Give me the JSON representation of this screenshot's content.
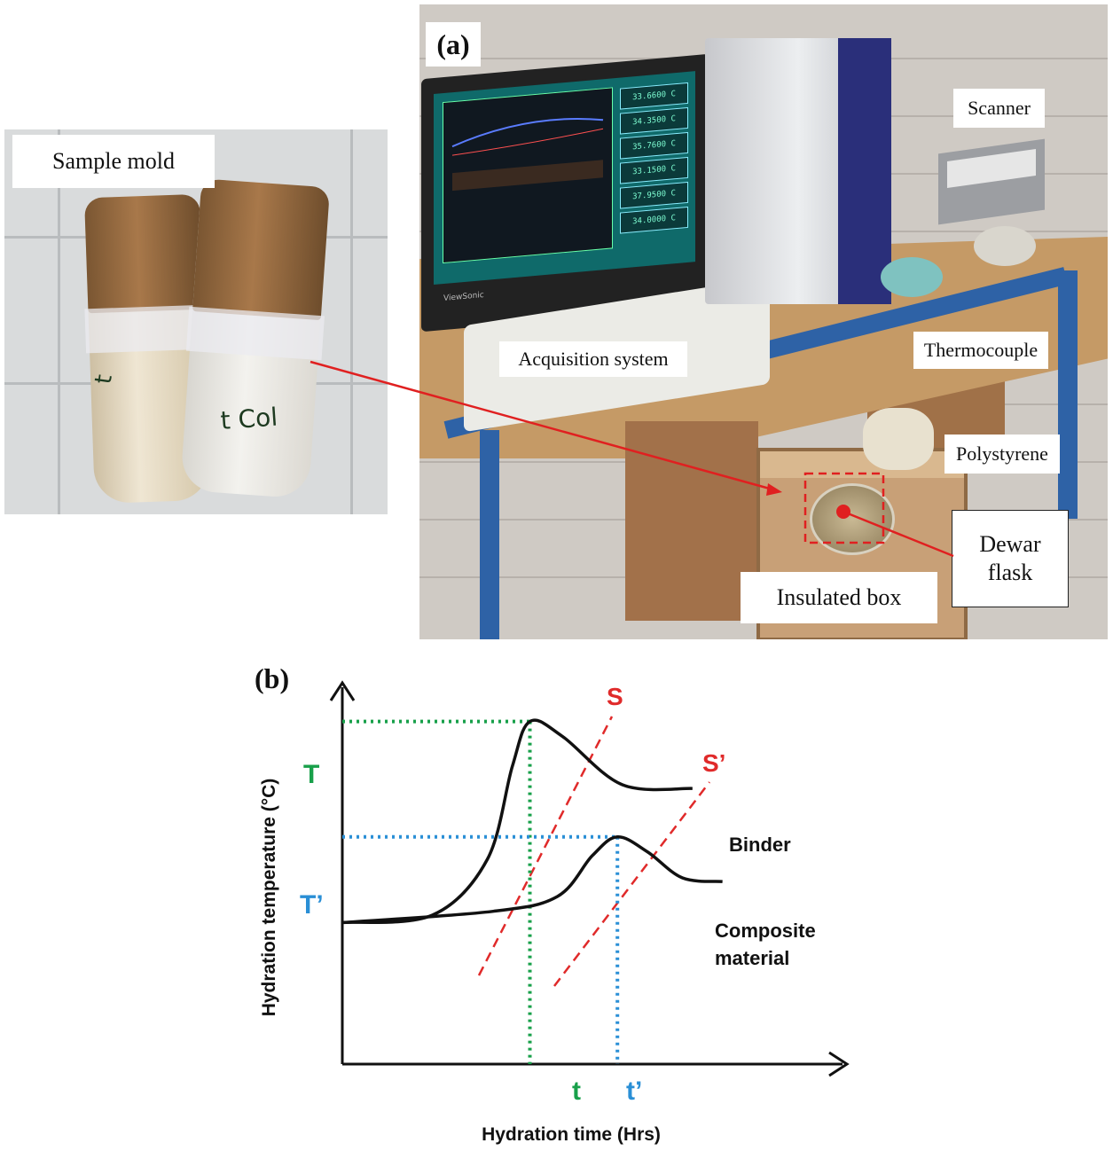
{
  "panel_a": {
    "label": "(a)",
    "sample_mold": "Sample mold",
    "tube_marks": [
      "t",
      "t Col"
    ],
    "scanner": "Scanner",
    "acquisition_system": "Acquisition system",
    "thermocouple": "Thermocouple",
    "polystyrene": "Polystyrene",
    "dewar_flask_line1": "Dewar",
    "dewar_flask_line2": "flask",
    "insulated_box": "Insulated box",
    "screen_readouts": [
      "33.6600 C",
      "34.3500 C",
      "35.7600 C",
      "33.1500 C",
      "37.9500 C",
      "34.0000 C"
    ],
    "monitor_brand": "ViewSonic",
    "colors": {
      "arrow": "#e02020",
      "frame": "#2e62a6"
    }
  },
  "panel_b": {
    "label": "(b)",
    "chart_data": {
      "type": "line",
      "xlabel": "Hydration time (Hrs)",
      "ylabel": "Hydration temperature (°C)",
      "x_ticks": [
        "t",
        "t’"
      ],
      "y_ticks": [
        "T",
        "T’"
      ],
      "tangent_labels": [
        "S",
        "S’"
      ],
      "series": [
        {
          "name": "Binder",
          "points": [
            [
              0,
              0.38
            ],
            [
              0.18,
              0.4
            ],
            [
              0.29,
              0.55
            ],
            [
              0.34,
              0.8
            ],
            [
              0.375,
              0.92
            ],
            [
              0.44,
              0.88
            ],
            [
              0.56,
              0.75
            ],
            [
              0.7,
              0.74
            ]
          ]
        },
        {
          "name": "Composite material",
          "points": [
            [
              0,
              0.38
            ],
            [
              0.3,
              0.41
            ],
            [
              0.43,
              0.45
            ],
            [
              0.5,
              0.56
            ],
            [
              0.55,
              0.61
            ],
            [
              0.61,
              0.57
            ],
            [
              0.68,
              0.5
            ],
            [
              0.76,
              0.49
            ]
          ]
        }
      ],
      "composite_label_lines": [
        "Composite",
        "material"
      ],
      "colors": {
        "curve": "#111111",
        "tangent": "#e02a2a",
        "peak_binder": "#18a04a",
        "peak_composite": "#2a8fd6"
      }
    }
  }
}
